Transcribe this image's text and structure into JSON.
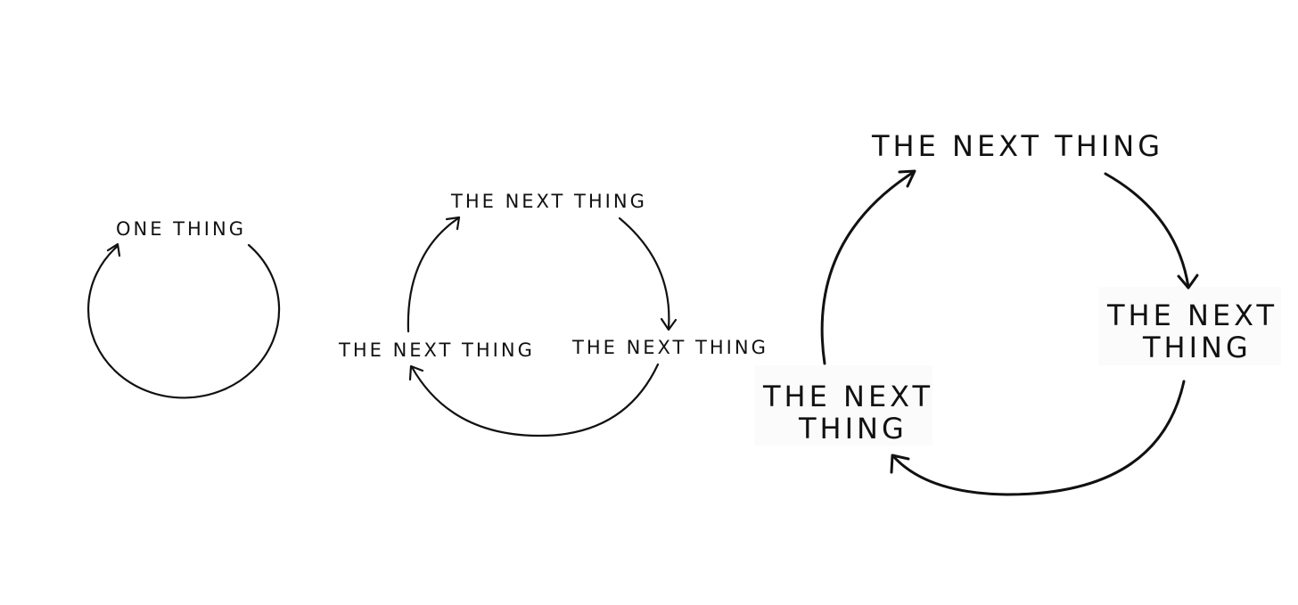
{
  "diagrams": [
    {
      "labels": [
        "ONE THING"
      ]
    },
    {
      "labels": [
        "THE NEXT THING",
        "THE NEXT THING",
        "THE NEXT THING"
      ]
    },
    {
      "labels": [
        {
          "line1": "THE NEXT THING",
          "line2": ""
        },
        {
          "line1": "THE NEXT",
          "line2": "THING"
        },
        {
          "line1": "THE NEXT",
          "line2": "THING"
        }
      ]
    }
  ],
  "colors": {
    "ink": "#111111",
    "background": "#ffffff"
  }
}
